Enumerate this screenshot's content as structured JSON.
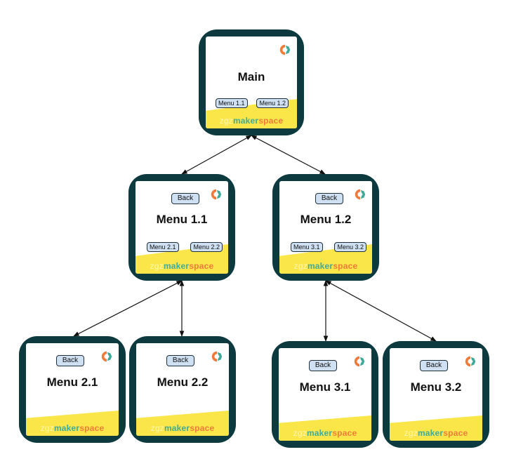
{
  "colors": {
    "frame": "#0c3a3f",
    "band": "#fbe64a",
    "button": "#cfe0f2",
    "logo_teal": "#3fa99a",
    "logo_orange": "#f07a3a"
  },
  "logo": {
    "part1": "zgz",
    "part2": "maker",
    "part3": "space"
  },
  "icon": "makerspace-gear-icon",
  "nodes": {
    "main": {
      "title": "Main",
      "left_button": "Menu 1.1",
      "right_button": "Menu 1.2"
    },
    "menu_1_1": {
      "title": "Menu 1.1",
      "back": "Back",
      "left_button": "Menu 2.1",
      "right_button": "Menu 2.2"
    },
    "menu_1_2": {
      "title": "Menu 1.2",
      "back": "Back",
      "left_button": "Menu 3.1",
      "right_button": "Menu 3.2"
    },
    "menu_2_1": {
      "title": "Menu 2.1",
      "back": "Back"
    },
    "menu_2_2": {
      "title": "Menu 2.2",
      "back": "Back"
    },
    "menu_3_1": {
      "title": "Menu 3.1",
      "back": "Back"
    },
    "menu_3_2": {
      "title": "Menu 3.2",
      "back": "Back"
    }
  }
}
